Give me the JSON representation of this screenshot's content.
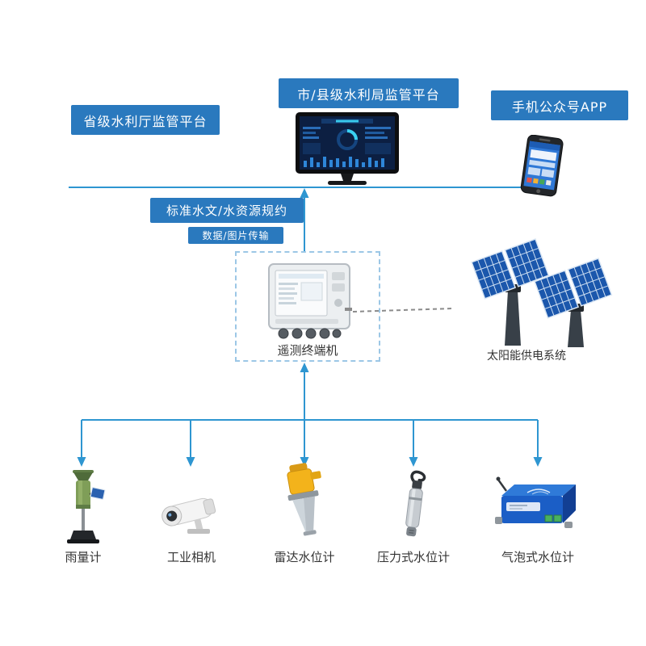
{
  "diagram": {
    "platforms": {
      "provincial": "省级水利厅监管平台",
      "city_county": "市/县级水利局监管平台",
      "mobile_app": "手机公众号APP"
    },
    "links": {
      "protocol": "标准水文/水资源规约",
      "data_transfer": "数据/图片传输"
    },
    "rtu_label": "遥测终端机",
    "solar_label": "太阳能供电系统",
    "devices": [
      {
        "id": "rain-gauge",
        "label": "雨量计"
      },
      {
        "id": "industrial-camera",
        "label": "工业相机"
      },
      {
        "id": "radar-level-gauge",
        "label": "雷达水位计"
      },
      {
        "id": "pressure-level-gauge",
        "label": "压力式水位计"
      },
      {
        "id": "bubble-level-gauge",
        "label": "气泡式水位计"
      }
    ],
    "icons": {
      "monitor": "dashboard-monitor-icon",
      "phone": "smartphone-icon",
      "rtu": "telemetry-terminal-icon",
      "solar": "solar-panels-icon"
    },
    "colors": {
      "box_blue": "#2a79be",
      "line_blue": "#2e96d1",
      "panel_blue": "#1b57ac"
    }
  }
}
